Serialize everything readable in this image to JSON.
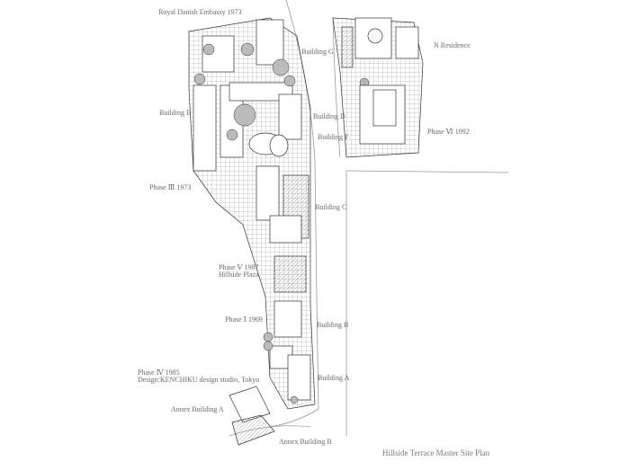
{
  "title": "Hillside Terrace Master Site Plan",
  "labels": {
    "royal_danish_embassy": "Royal Danish Embassy 1973",
    "building_g": "Building G",
    "n_residence": "N Residence",
    "building_e": "Building E",
    "building_d": "Building D",
    "building_f": "Building F",
    "phase_vi": "Phase Ⅵ 1992",
    "phase_iii": "Phase Ⅲ 1973",
    "building_c": "Building C",
    "phase_v": "Phase Ⅴ 1987",
    "hillside_plaza": "Hillside Plaza",
    "phase_i": "Phase Ⅰ 1969",
    "building_b": "Building B",
    "phase_iv": "Phase Ⅳ 1985",
    "design_credit": "Design:KENCHIKU design studio, Tokyo",
    "building_a": "Building A",
    "annex_a": "Annex Building A",
    "annex_b": "Annex Building B"
  },
  "colors": {
    "line": "#333333",
    "label": "#6a6a6a",
    "road": "#999999"
  }
}
